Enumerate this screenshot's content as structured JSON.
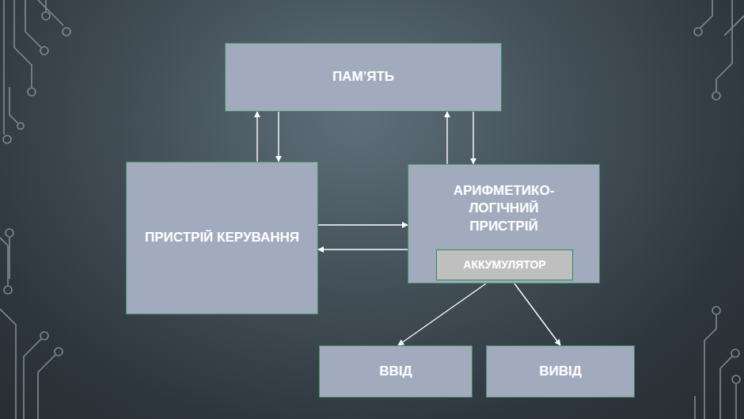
{
  "diagram": {
    "nodes": [
      {
        "text": [
          "ПАМ’ЯТЬ"
        ]
      },
      {
        "text": [
          "ПРИСТРІЙ КЕРУВАННЯ"
        ]
      },
      {
        "text": [
          "АРИФМЕТИКО- ЛОГІЧНИЙ ПРИСТРІЙ"
        ]
      },
      {
        "text": [
          "АККУМУЛЯТОР"
        ],
        "in": 2
      },
      {
        "text": [
          "ВВІД"
        ]
      },
      {
        "text": [
          "ВИВІД"
        ]
      }
    ],
    "edges": [
      {
        "from": 1,
        "to": 0,
        "arrow": "to"
      },
      {
        "from": 0,
        "to": 1,
        "arrow": "to"
      },
      {
        "from": 2,
        "to": 0,
        "arrow": "to"
      },
      {
        "from": 0,
        "to": 2,
        "arrow": "to"
      },
      {
        "from": 1,
        "to": 2,
        "arrow": "to"
      },
      {
        "from": 2,
        "to": 1,
        "arrow": "to"
      },
      {
        "from": 2,
        "to": 4,
        "arrow": "to"
      },
      {
        "from": 2,
        "to": 5,
        "arrow": "to"
      }
    ]
  }
}
